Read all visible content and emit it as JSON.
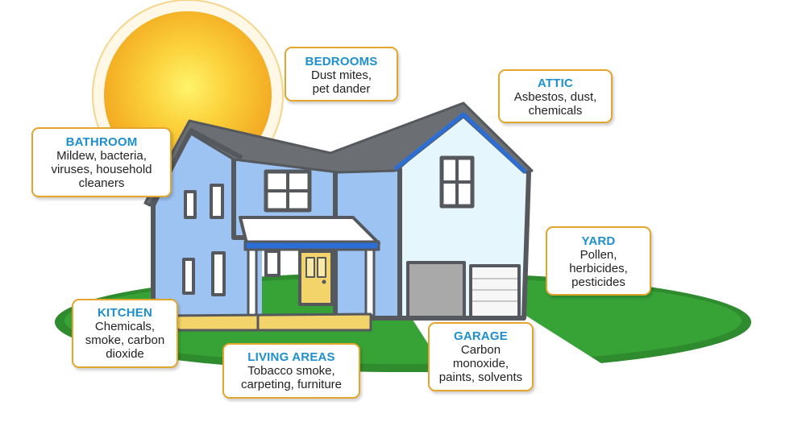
{
  "areas": {
    "bedrooms": {
      "title": "BEDROOMS",
      "desc": "Dust mites,\npet dander"
    },
    "attic": {
      "title": "ATTIC",
      "desc": "Asbestos, dust,\nchemicals"
    },
    "bathroom": {
      "title": "BATHROOM",
      "desc": "Mildew, bacteria,\nviruses, household\ncleaners"
    },
    "yard": {
      "title": "YARD",
      "desc": "Pollen,\nherbicides,\npesticides"
    },
    "kitchen": {
      "title": "KITCHEN",
      "desc": "Chemicals,\nsmoke, carbon\ndioxide"
    },
    "living": {
      "title": "LIVING AREAS",
      "desc": "Tobacco smoke,\ncarpeting, furniture"
    },
    "garage": {
      "title": "GARAGE",
      "desc": "Carbon\nmonoxide,\npaints, solvents"
    }
  },
  "colors": {
    "title_blue": "#1d8fd1",
    "border_gold": "#e3a52c",
    "house_blue": "#9cc3f2",
    "house_light": "#e6f6fd",
    "roof_gray": "#6b6f74",
    "lawn_green": "#2e8b2e",
    "sun_yellow": "#f7b52a"
  },
  "icons": [
    "sun-icon",
    "house-illustration",
    "lawn"
  ]
}
